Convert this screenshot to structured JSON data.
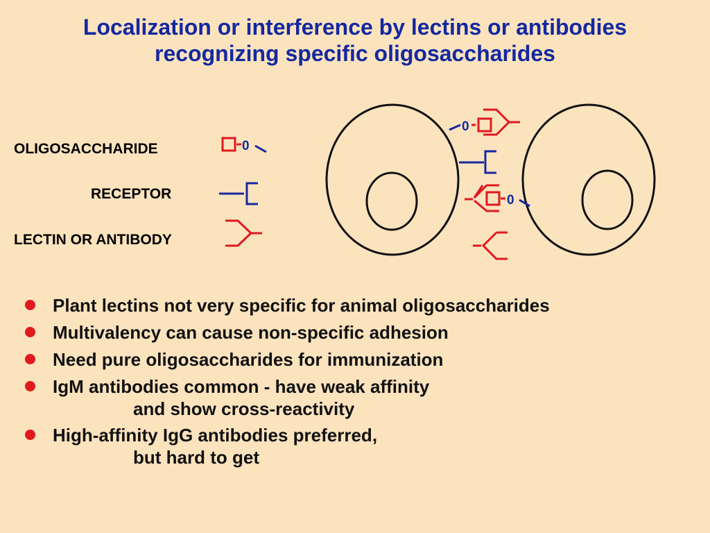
{
  "title": {
    "line1": "Localization or interference by lectins or antibodies",
    "line2": "recognizing specific oligosaccharides"
  },
  "legend": {
    "oligosaccharide": "OLIGOSACCHARIDE",
    "receptor": "RECEPTOR",
    "lectin": "LECTIN OR ANTIBODY"
  },
  "diagram_text": {
    "o_glyph": "0"
  },
  "colors": {
    "background": "#FBE3BE",
    "title": "#1428A0",
    "sugar": "#E0191E",
    "receptor": "#1428A0",
    "bullet": "#E0191E"
  },
  "bullets": [
    {
      "line1": "Plant lectins not very specific for animal oligosaccharides",
      "line2": ""
    },
    {
      "line1": "Multivalency can cause non-specific adhesion",
      "line2": ""
    },
    {
      "line1": "Need pure oligosaccharides for immunization",
      "line2": ""
    },
    {
      "line1": "IgM antibodies common - have weak affinity",
      "line2": "and show cross-reactivity"
    },
    {
      "line1": "High-affinity IgG antibodies preferred,",
      "line2": "but hard to get"
    }
  ]
}
